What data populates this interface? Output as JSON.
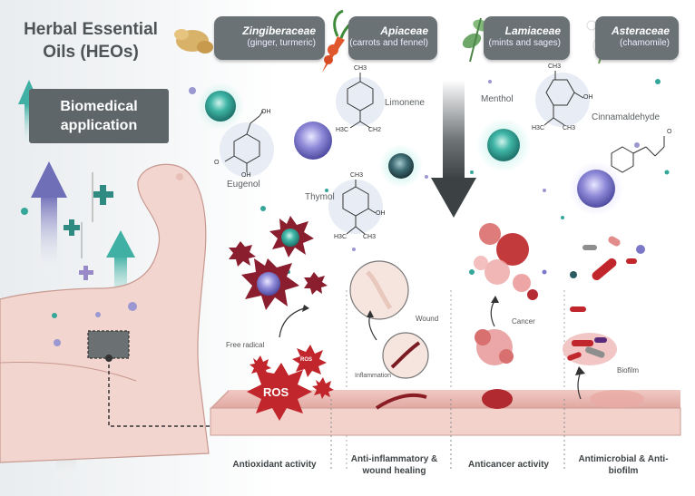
{
  "title": "Herbal Essential Oils (HEOs)",
  "biomedical": "Biomedical application",
  "families": [
    {
      "name": "Zingiberaceae",
      "sub": "(ginger, turmeric)"
    },
    {
      "name": "Apiaceae",
      "sub": "(carrots and fennel)"
    },
    {
      "name": "Lamiaceae",
      "sub": "(mints and sages)"
    },
    {
      "name": "Asteraceae",
      "sub": "(chamomile)"
    }
  ],
  "compounds": {
    "limonene": "Limonene",
    "menthol": "Menthol",
    "cinnamaldehyde": "Cinnamaldehyde",
    "eugenol": "Eugenol",
    "thymol": "Thymol"
  },
  "atoms": {
    "ch3": "CH3",
    "h3c": "H3C",
    "ch2": "CH2",
    "oh": "OH",
    "o": "O"
  },
  "labels": {
    "free_radical": "Free radical",
    "ros": "ROS",
    "wound": "Wound",
    "inflammation": "Inflammation",
    "cancer": "Cancer",
    "biofilm": "Biofilm"
  },
  "activities": [
    "Antioxidant activity",
    "Anti-inflammatory & wound healing",
    "Anticancer activity",
    "Antimicrobial & Anti-biofilm"
  ],
  "colors": {
    "panel": "#6b7276",
    "skin": "#f3d5cf",
    "tissue": "#e8b8b2",
    "teal": "#35a79a",
    "purple": "#7c78c8",
    "ros": "#c0262b"
  }
}
